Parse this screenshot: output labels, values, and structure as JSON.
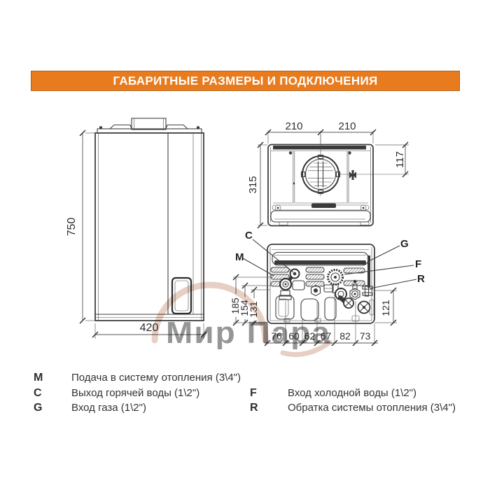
{
  "header": {
    "title": "ГАБАРИТНЫЕ РАЗМЕРЫ И ПОДКЛЮЧЕНИЯ"
  },
  "watermark": {
    "text": "Мир Пара"
  },
  "views": {
    "front": {
      "height": "750",
      "width": "420"
    },
    "top": {
      "left_width": "210",
      "right_width": "210",
      "depth": "315",
      "flue_offset": "117"
    },
    "bottom": {
      "connection_labels": {
        "c": "C",
        "g": "G",
        "m": "M",
        "f": "F",
        "r": "R"
      },
      "height_dims": [
        "185",
        "154",
        "131"
      ],
      "right_height_dim": "121",
      "spacing_dims": [
        "76",
        "60",
        "62",
        "67",
        "82",
        "73"
      ]
    }
  },
  "legend": {
    "left": [
      {
        "key": "M",
        "desc": "Подача в систему отопления (3\\4\")"
      },
      {
        "key": "C",
        "desc": "Выход горячей воды (1\\2\")"
      },
      {
        "key": "G",
        "desc": "Вход газа (1\\2\")"
      }
    ],
    "right": [
      {
        "key": "F",
        "desc": "Вход холодной воды (1\\2\")"
      },
      {
        "key": "R",
        "desc": "Обратка системы отопления (3\\4\")"
      }
    ]
  },
  "colors": {
    "banner_bg": "#e87b1d",
    "banner_text": "#ffffff",
    "line": "#3f3f3f",
    "watermark": "#c98d72"
  }
}
